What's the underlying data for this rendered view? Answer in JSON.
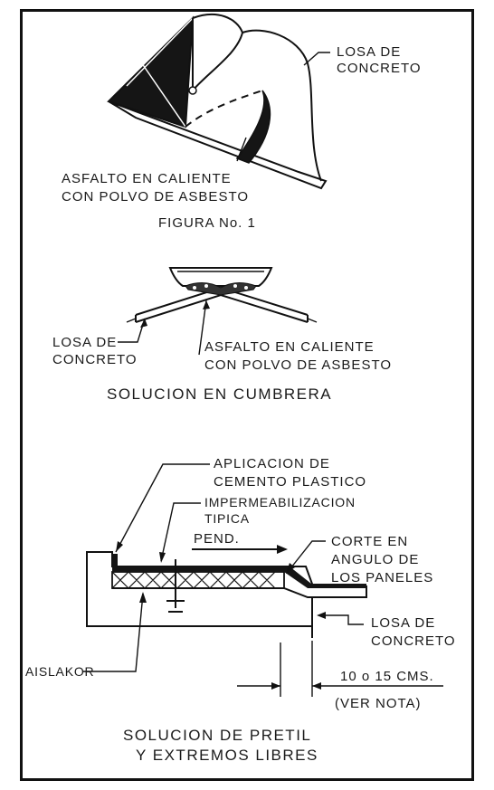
{
  "figure1": {
    "label_losa": [
      "LOSA DE",
      "CONCRETO"
    ],
    "label_asfalto": [
      "ASFALTO EN CALIENTE",
      "CON POLVO DE ASBESTO"
    ],
    "caption": "FIGURA No. 1"
  },
  "cumbrera": {
    "label_losa": [
      "LOSA DE",
      "CONCRETO"
    ],
    "label_asfalto": [
      "ASFALTO EN CALIENTE",
      "CON POLVO DE ASBESTO"
    ],
    "caption": "SOLUCION EN CUMBRERA"
  },
  "pretil": {
    "label_cemento": [
      "APLICACION DE",
      "CEMENTO PLASTICO"
    ],
    "label_imper": [
      "IMPERMEABILIZACION",
      "TIPICA"
    ],
    "label_pend": "PEND.",
    "label_corte": [
      "CORTE EN",
      "ANGULO DE",
      "LOS PANELES"
    ],
    "label_losa": [
      "LOSA DE",
      "CONCRETO"
    ],
    "label_aislakor": "AISLAKOR",
    "label_dim": "10 o 15 CMS.",
    "label_nota": "(VER NOTA)",
    "caption": [
      "SOLUCION DE PRETIL",
      "Y EXTREMOS LIBRES"
    ]
  }
}
